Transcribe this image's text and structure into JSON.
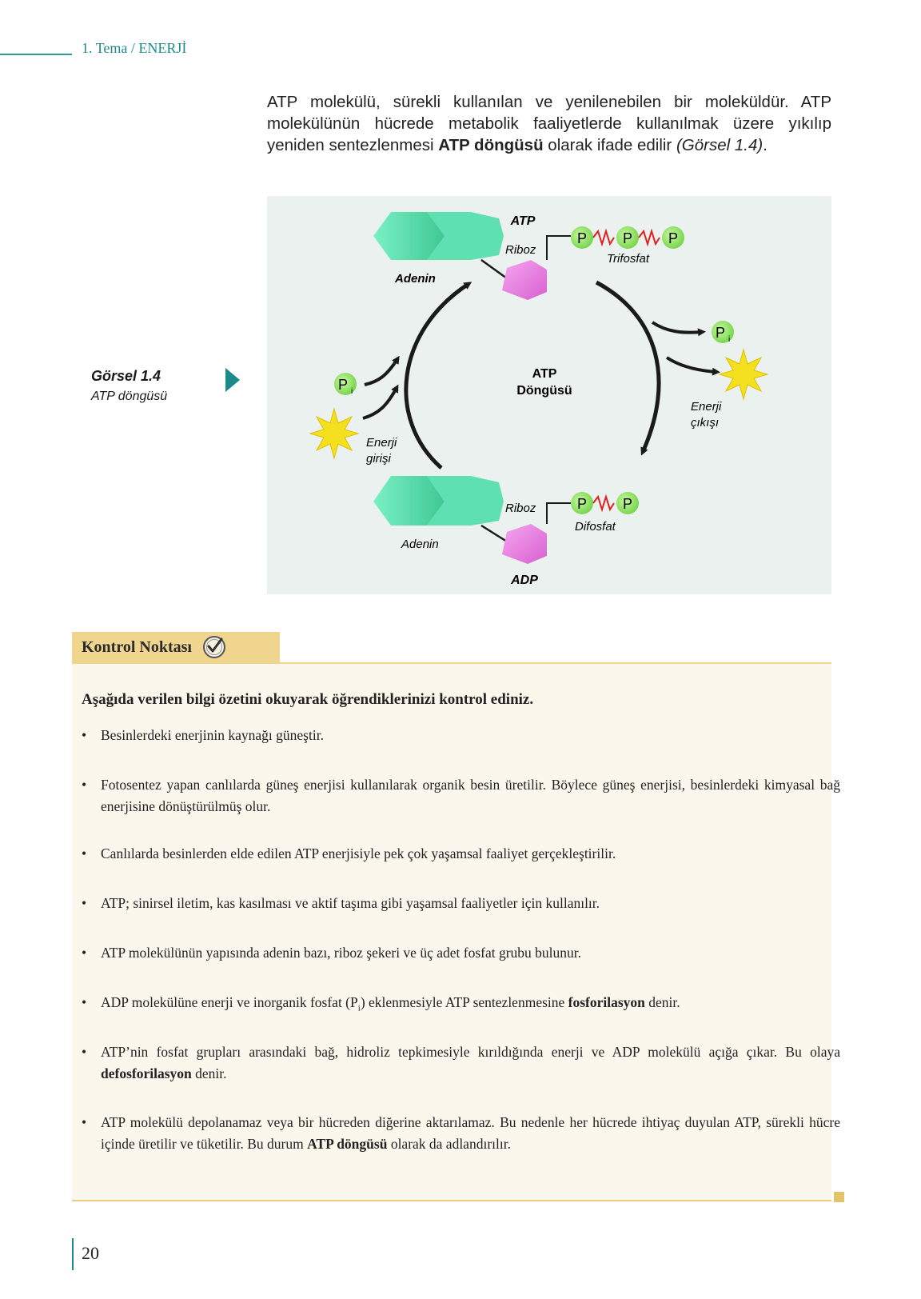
{
  "header": {
    "chapter": "1. Tema / ENERJİ"
  },
  "intro": {
    "part1": "ATP molekülü, sürekli kullanılan ve yenilenebilen bir moleküldür. ATP molekülünün hücrede metabolik faaliyetlerde kullanılmak üzere yıkılıp yeniden sentezlenmesi ",
    "bold": "ATP döngüsü",
    "part2": " olarak ifade edilir ",
    "ref": "(Görsel 1.4)",
    "part3": "."
  },
  "figure": {
    "caption_title": "Görsel 1.4",
    "caption_sub": "ATP döngüsü",
    "atp_label": "ATP",
    "adp_label": "ADP",
    "adenin_top": "Adenin",
    "adenin_bottom": "Adenin",
    "riboz_top": "Riboz",
    "riboz_bottom": "Riboz",
    "trifosfat": "Trifosfat",
    "difosfat": "Difosfat",
    "p": "P",
    "pi_sub": "i",
    "cycle_line1": "ATP",
    "cycle_line2": "Döngüsü",
    "enerji_giris_1": "Enerji",
    "enerji_giris_2": "girişi",
    "enerji_cikis_1": "Enerji",
    "enerji_cikis_2": "çıkışı",
    "colors": {
      "adenin": "#5fe0b0",
      "riboz": "#e878e0",
      "phosphate": "#8ee06a",
      "bond": "#e02020",
      "sun": "#f5e020",
      "background": "#eaf1ef"
    }
  },
  "kontrol": {
    "title": "Kontrol Noktası",
    "icon": "check-circle-icon",
    "instruction": "Aşağıda verilen bilgi özetini okuyarak öğrendiklerinizi kontrol ediniz.",
    "b1": "Besinlerdeki enerjinin kaynağı güneştir.",
    "b2": "Fotosentez yapan canlılarda güneş enerjisi kullanılarak organik besin üretilir. Böylece güneş enerjisi, besinlerdeki kimyasal bağ enerjisine dönüştürülmüş olur.",
    "b3": "Canlılarda besinlerden elde edilen ATP enerjisiyle pek çok yaşamsal faaliyet gerçekleştirilir.",
    "b4": "ATP; sinirsel iletim, kas kasılması ve aktif taşıma gibi yaşamsal faaliyetler için kullanılır.",
    "b5": "ATP molekülünün yapısında adenin bazı, riboz şekeri ve üç adet fosfat grubu bulunur.",
    "b6_a": "ADP molekülüne enerji ve inorganik fosfat (P",
    "b6_sub": "i",
    "b6_b": ") eklenmesiyle ATP sentezlenmesine ",
    "b6_bold": "fosforilasyon",
    "b6_c": " denir.",
    "b7_a": "ATP’nin fosfat grupları arasındaki bağ, hidroliz tepkimesiyle kırıldığında enerji ve ADP molekülü açığa çıkar. Bu olaya ",
    "b7_bold": "defosforilasyon",
    "b7_b": " denir.",
    "b8_a": "ATP molekülü depolanamaz veya bir hücreden diğerine aktarılamaz. Bu nedenle her hücrede ihtiyaç duyulan ATP, sürekli hücre içinde üretilir ve tüketilir. Bu durum ",
    "b8_bold": "ATP döngüsü",
    "b8_b": " olarak da adlandırılır."
  },
  "page_number": "20"
}
